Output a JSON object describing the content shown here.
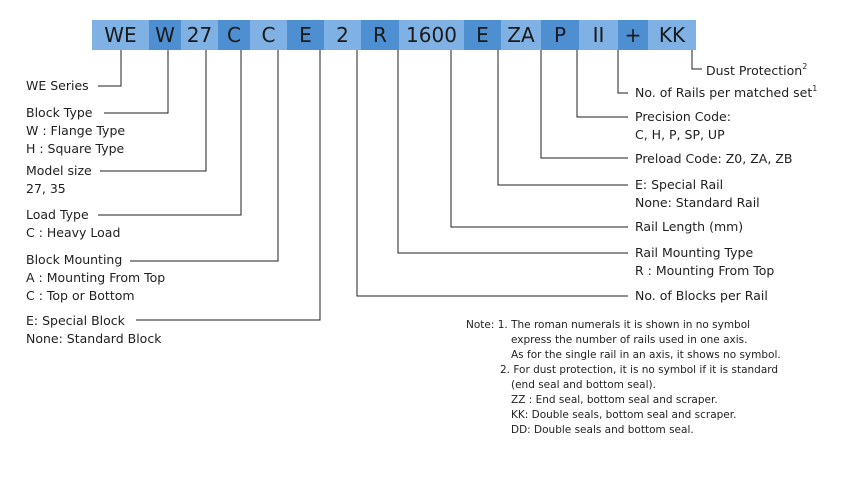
{
  "code_segments": [
    "WE",
    "W",
    "27",
    "C",
    "C",
    "E",
    "2",
    "R",
    "1600",
    "E",
    "ZA",
    "P",
    "II",
    "+",
    "KK"
  ],
  "left_labels": {
    "series": [
      "WE Series"
    ],
    "block_type": [
      "Block  Type",
      "W : Flange  Type",
      "H : Square Type"
    ],
    "model_size": [
      "Model size",
      "27, 35"
    ],
    "load_type": [
      "Load Type",
      "C : Heavy Load"
    ],
    "block_mounting": [
      "Block Mounting",
      "A : Mounting From Top",
      "C : Top or Bottom"
    ],
    "special_block": [
      "E: Special Block",
      "None: Standard Block"
    ]
  },
  "right_labels": {
    "dust_protection": "Dust Protection",
    "dust_protection_sup": "2",
    "rails_per_set": "No. of Rails per matched set",
    "rails_per_set_sup": "1",
    "precision_code": [
      "Precision Code:",
      "C, H, P, SP, UP"
    ],
    "preload_code": [
      "Preload Code: Z0, ZA, ZB"
    ],
    "special_rail": [
      "E: Special Rail",
      "None: Standard Rail"
    ],
    "rail_length": [
      "Rail Length (mm)"
    ],
    "rail_mounting": [
      "Rail Mounting Type",
      "R : Mounting From Top"
    ],
    "blocks_per_rail": [
      "No. of Blocks per Rail"
    ]
  },
  "note": [
    "Note: 1. The roman numerals it is shown in no symbol",
    "express the number of rails used in one axis.",
    "As for the single rail in an axis, it shows no symbol.",
    "2. For dust protection, it is no symbol if it is standard",
    "(end seal and bottom seal).",
    "ZZ : End seal, bottom seal and scraper.",
    "KK: Double seals, bottom seal and scraper.",
    "DD: Double seals and bottom seal."
  ],
  "colors": {
    "segment_light": "#7fb1e4",
    "segment_dark": "#4e8fd1",
    "line": "#1f1f1f"
  }
}
